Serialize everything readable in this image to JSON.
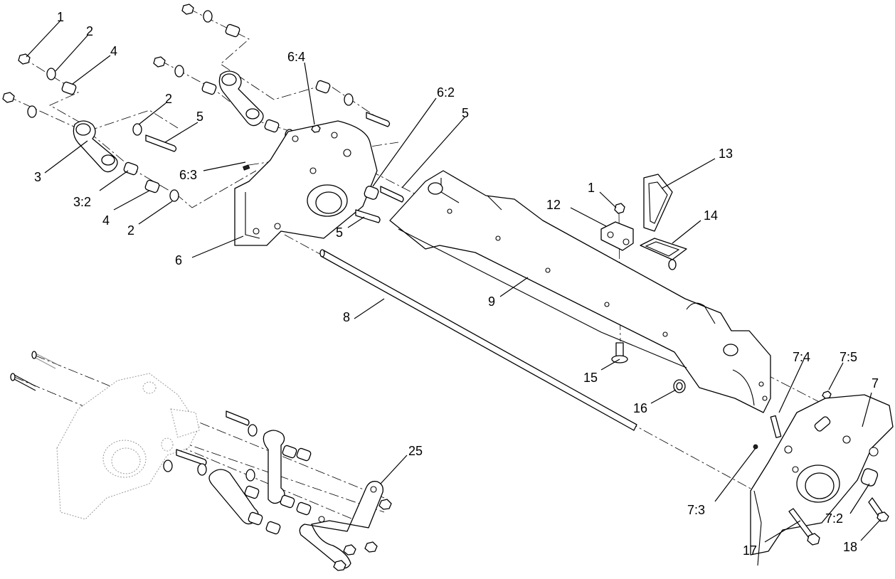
{
  "diagram": {
    "callouts": {
      "c1a": "1",
      "c2a": "2",
      "c4a": "4",
      "c2b": "2",
      "c5a": "5",
      "c3": "3",
      "c63": "6:3",
      "c32": "3:2",
      "c4b": "4",
      "c2c": "2",
      "c64": "6:4",
      "c62": "6:2",
      "c5b": "5",
      "c5c": "5",
      "c6": "6",
      "c8": "8",
      "c9": "9",
      "c1b": "1",
      "c12": "12",
      "c13": "13",
      "c14": "14",
      "c15": "15",
      "c16": "16",
      "c74": "7:4",
      "c75": "7:5",
      "c7": "7",
      "c73": "7:3",
      "c72": "7:2",
      "c17": "17",
      "c18": "18",
      "c25": "25"
    }
  }
}
